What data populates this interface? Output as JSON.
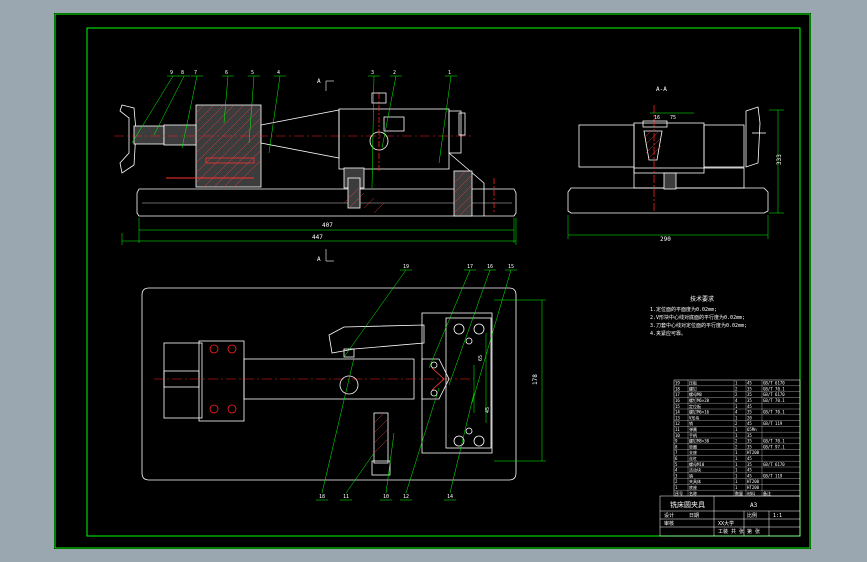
{
  "colors": {
    "background": "#9aa6b0",
    "sheet": "#000000",
    "frame": "#00ff00",
    "outline": "#ffffff",
    "center_line": "#ff2020",
    "section": "#ff3030",
    "leader": "#00ff00",
    "hatch": "#ff4040",
    "fill": "#3c3c3c"
  },
  "section_marks": {
    "view_title": "A-A",
    "marker_top": "A",
    "marker_bottom": "A"
  },
  "dimensions": {
    "front_inner": "407",
    "front_outer": "447",
    "side_width": "290",
    "side_height": "333",
    "top_depth": "178",
    "side_inner": "16",
    "side_inner2": "75",
    "top_small1": "65",
    "top_small2": "45"
  },
  "balloons_front": [
    "9",
    "8",
    "7",
    "6",
    "5",
    "4",
    "3",
    "2",
    "1"
  ],
  "balloons_top_upper": [
    "19",
    "17",
    "16",
    "15"
  ],
  "balloons_top_lower": [
    "18",
    "11",
    "10",
    "12",
    "14"
  ],
  "tech_requirements": {
    "title": "技术要求",
    "lines": [
      "1.定位面的平面度为0.02mm;",
      "2.V形块中心线对底面的平行度为0.02mm;",
      "3.刀套中心线对定位面的平行度为0.02mm;",
      "4.夹紧应可靠。"
    ]
  },
  "parts_rows": [
    [
      "19",
      "压板",
      "1",
      "45",
      "GB/T 6170"
    ],
    [
      "18",
      "螺钉",
      "2",
      "35",
      "GB/T 70.1"
    ],
    [
      "17",
      "螺母M8",
      "2",
      "35",
      "GB/T 6170"
    ],
    [
      "16",
      "螺钉M6×20",
      "4",
      "35",
      "GB/T 70.1"
    ],
    [
      "15",
      "定位板",
      "1",
      "45",
      ""
    ],
    [
      "14",
      "螺钉M6×16",
      "4",
      "35",
      "GB/T 70.1"
    ],
    [
      "13",
      "V形块",
      "1",
      "20",
      ""
    ],
    [
      "12",
      "销",
      "2",
      "45",
      "GB/T 119"
    ],
    [
      "11",
      "弹簧",
      "1",
      "65Mn",
      ""
    ],
    [
      "10",
      "手柄",
      "1",
      "35",
      ""
    ],
    [
      "9",
      "螺钉M8×30",
      "2",
      "35",
      "GB/T 70.1"
    ],
    [
      "8",
      "垫圈",
      "2",
      "35",
      "GB/T 97.1"
    ],
    [
      "7",
      "支座",
      "1",
      "HT200",
      ""
    ],
    [
      "6",
      "丝杠",
      "1",
      "45",
      ""
    ],
    [
      "5",
      "螺母M10",
      "1",
      "35",
      "GB/T 6170"
    ],
    [
      "4",
      "活动块",
      "1",
      "45",
      ""
    ],
    [
      "3",
      "销",
      "1",
      "45",
      "GB/T 119"
    ],
    [
      "2",
      "夹具体",
      "1",
      "HT200",
      ""
    ],
    [
      "1",
      "底座",
      "1",
      "HT200",
      ""
    ],
    [
      "序号",
      "名称",
      "数量",
      "材料",
      "备注"
    ]
  ],
  "title_block": {
    "drawing_name": "铣床圆夹具",
    "scale_label": "比例",
    "scale": "1:1",
    "sheet_label": "A3",
    "designer": "设计",
    "checker": "审核",
    "date_label": "日期",
    "school": "XX大学",
    "footer": "工装 共 张 第 张"
  }
}
